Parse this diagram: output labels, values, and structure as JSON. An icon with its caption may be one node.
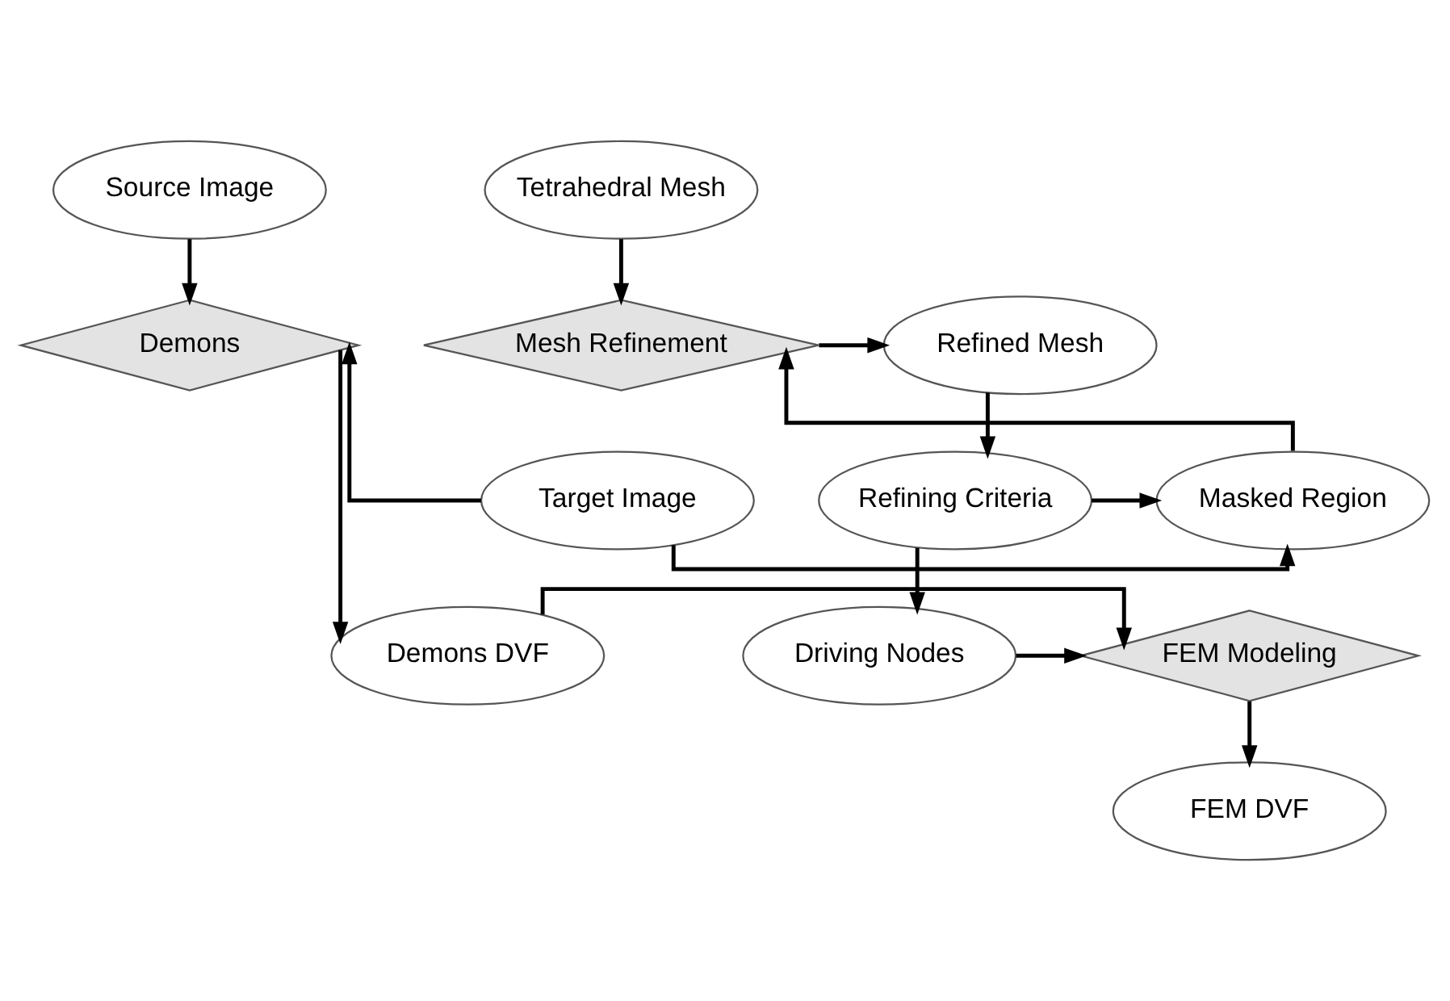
{
  "diagram": {
    "nodes": [
      {
        "text": [
          "Source Image"
        ]
      },
      {
        "text": [
          "Tetrahedral Mesh"
        ]
      },
      {
        "text": [
          "Demons"
        ]
      },
      {
        "text": [
          "Mesh Refinement"
        ]
      },
      {
        "text": [
          "Refined Mesh"
        ]
      },
      {
        "text": [
          "Target Image"
        ]
      },
      {
        "text": [
          "Masked Region"
        ]
      },
      {
        "text": [
          "Refining Criteria"
        ]
      },
      {
        "text": [
          "Demons DVF"
        ]
      },
      {
        "text": [
          "FEM Modeling"
        ]
      },
      {
        "text": [
          "Driving Nodes"
        ]
      },
      {
        "text": [
          "FEM DVF"
        ]
      }
    ],
    "edges": [
      {
        "from": 0,
        "to": 2,
        "arrow": "to"
      },
      {
        "from": 1,
        "to": 3,
        "arrow": "to"
      },
      {
        "from": 5,
        "to": 2,
        "arrow": "to"
      },
      {
        "from": 3,
        "to": 4,
        "arrow": "to"
      },
      {
        "from": 6,
        "to": 3,
        "arrow": "to"
      },
      {
        "from": 4,
        "to": 7,
        "arrow": "to"
      },
      {
        "from": 5,
        "to": 6,
        "arrow": "to"
      },
      {
        "from": 7,
        "to": 6,
        "arrow": "to"
      },
      {
        "from": 7,
        "to": 10,
        "arrow": "to"
      },
      {
        "from": 2,
        "to": 8,
        "arrow": "to"
      },
      {
        "from": 8,
        "to": 9,
        "arrow": "to"
      },
      {
        "from": 10,
        "to": 9,
        "arrow": "to"
      },
      {
        "from": 9,
        "to": 11,
        "arrow": "to"
      }
    ]
  }
}
